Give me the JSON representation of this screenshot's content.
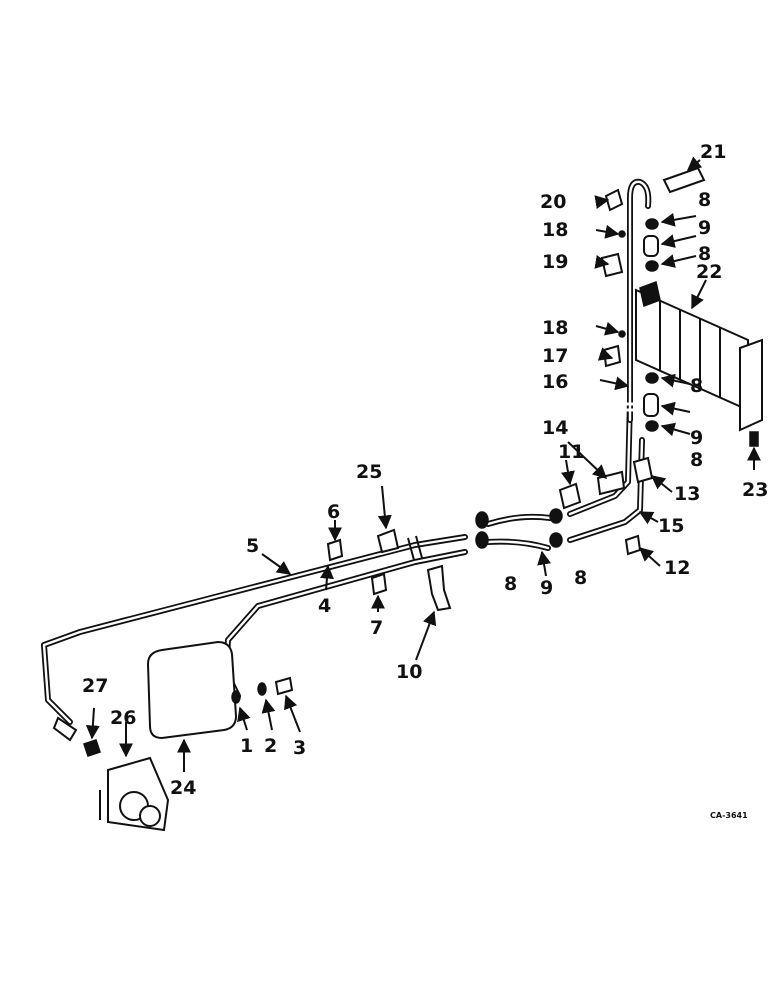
{
  "callouts": [
    {
      "id": "c1",
      "text": "1"
    },
    {
      "id": "c2",
      "text": "2"
    },
    {
      "id": "c3",
      "text": "3"
    },
    {
      "id": "c4",
      "text": "4"
    },
    {
      "id": "c5",
      "text": "5"
    },
    {
      "id": "c6",
      "text": "6"
    },
    {
      "id": "c7",
      "text": "7"
    },
    {
      "id": "c8a",
      "text": "8"
    },
    {
      "id": "c8b",
      "text": "8"
    },
    {
      "id": "c8c",
      "text": "8"
    },
    {
      "id": "c8d",
      "text": "8"
    },
    {
      "id": "c8e",
      "text": "8"
    },
    {
      "id": "c8f",
      "text": "8"
    },
    {
      "id": "c9a",
      "text": "9"
    },
    {
      "id": "c9b",
      "text": "9"
    },
    {
      "id": "c9c",
      "text": "9"
    },
    {
      "id": "c10",
      "text": "10"
    },
    {
      "id": "c11",
      "text": "11"
    },
    {
      "id": "c12",
      "text": "12"
    },
    {
      "id": "c13",
      "text": "13"
    },
    {
      "id": "c14",
      "text": "14"
    },
    {
      "id": "c15",
      "text": "15"
    },
    {
      "id": "c16",
      "text": "16"
    },
    {
      "id": "c17",
      "text": "17"
    },
    {
      "id": "c18a",
      "text": "18"
    },
    {
      "id": "c18b",
      "text": "18"
    },
    {
      "id": "c19",
      "text": "19"
    },
    {
      "id": "c20",
      "text": "20"
    },
    {
      "id": "c21",
      "text": "21"
    },
    {
      "id": "c22",
      "text": "22"
    },
    {
      "id": "c23",
      "text": "23"
    },
    {
      "id": "c24",
      "text": "24"
    },
    {
      "id": "c25",
      "text": "25"
    },
    {
      "id": "c26",
      "text": "26"
    },
    {
      "id": "c27",
      "text": "27"
    }
  ],
  "figure_code": "CA-3641"
}
